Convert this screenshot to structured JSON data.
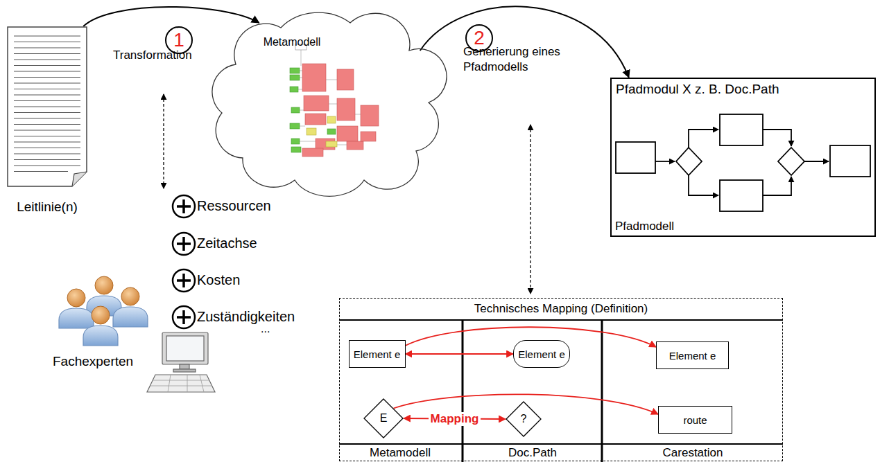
{
  "diagram": {
    "nodes": [
      {
        "text": [
          "Leitlinie(n)"
        ]
      },
      {
        "text": [
          "1"
        ]
      },
      {
        "text": [
          "Metamodell"
        ]
      },
      {
        "text": [
          "2"
        ]
      },
      {
        "text": [
          "Pfadmodul X z. B. Doc.Path",
          "Pfadmodell"
        ]
      },
      {
        "text": [
          "Fachexperten"
        ]
      },
      {
        "text": [
          "Technisches Mapping (Definition)"
        ]
      },
      {
        "text": [
          "Element e"
        ],
        "in": 6
      },
      {
        "text": [
          "Element e"
        ],
        "in": 6
      },
      {
        "text": [
          "Element e"
        ],
        "in": 6
      },
      {
        "text": [
          "E"
        ],
        "in": 6
      },
      {
        "text": [
          "?"
        ],
        "in": 6
      },
      {
        "text": [
          "route"
        ],
        "in": 6
      }
    ],
    "edges": [
      {
        "from": 0,
        "to": 2,
        "arrow": "to"
      },
      {
        "from": 2,
        "to": 4,
        "arrow": "to"
      },
      {
        "from": 7,
        "to": 8,
        "arrow": "both"
      },
      {
        "from": 7,
        "to": 9,
        "arrow": "to"
      },
      {
        "from": 10,
        "to": 11,
        "label": "Mapping",
        "arrow": "both"
      },
      {
        "from": 10,
        "to": 12,
        "arrow": "to"
      }
    ],
    "labels": [
      "Transformation",
      "Generierung eines Pfadmodells",
      "Ressourcen",
      "Zeitachse",
      "Kosten",
      "Zuständigkeiten",
      "...",
      "Metamodell",
      "Doc.Path",
      "Carestation"
    ]
  }
}
